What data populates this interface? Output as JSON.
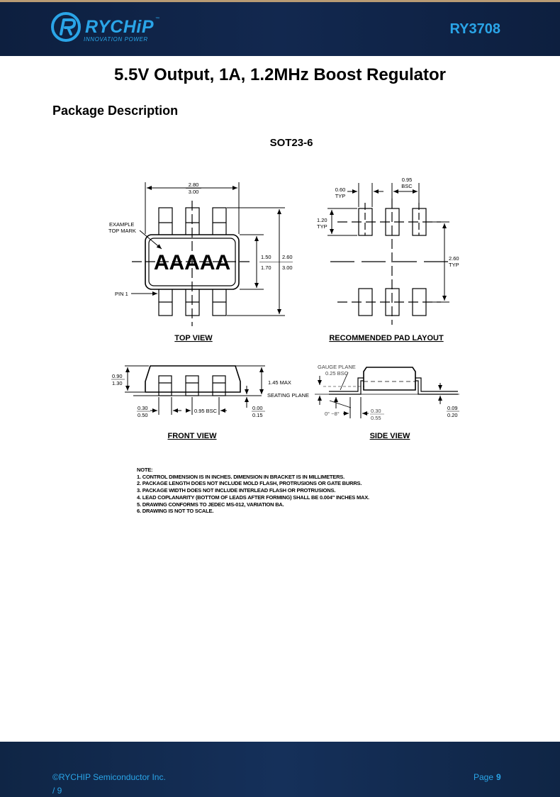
{
  "header": {
    "brand": "RYCHiP",
    "trademark": "™",
    "slogan": "INNOVATION POWER",
    "part_number": "RY3708"
  },
  "document": {
    "title": "5.5V Output, 1A, 1.2MHz Boost Regulator",
    "section_heading": "Package Description",
    "package_name": "SOT23-6"
  },
  "drawing": {
    "top_view": {
      "caption": "TOP VIEW",
      "width_min": "2.80",
      "width_max": "3.00",
      "body_min": "1.50",
      "body_max": "1.70",
      "total_min": "2.60",
      "total_max": "3.00",
      "mark_label_1": "EXAMPLE",
      "mark_label_2": "TOP MARK",
      "mark_text": "AAAAA",
      "pin1_label": "PIN 1"
    },
    "pad_layout": {
      "caption": "RECOMMENDED PAD LAYOUT",
      "pitch": "0.95",
      "pitch_note": "BSC",
      "pad_width": "0.60",
      "pad_width_note": "TYP",
      "pad_length": "1.20",
      "pad_length_note": "TYP",
      "span": "2.60",
      "span_note": "TYP"
    },
    "front_view": {
      "caption": "FRONT VIEW",
      "height_min": "0.90",
      "height_max": "1.30",
      "max_height": "1.45 MAX",
      "seating_plane": "SEATING PLANE",
      "lead_min": "0.30",
      "lead_max": "0.50",
      "pitch": "0.95 BSC",
      "standoff_min": "0.00",
      "standoff_max": "0.15"
    },
    "side_view": {
      "caption": "SIDE VIEW",
      "gauge_plane": "GAUGE PLANE",
      "gauge_dim": "0.25 BSC",
      "angle": "0° ~8°",
      "foot_min": "0.30",
      "foot_max": "0.55",
      "thick_min": "0.09",
      "thick_max": "0.20"
    }
  },
  "notes": {
    "heading": "NOTE:",
    "items": [
      "1. CONTROL DIMENSION IS IN INCHES. DIMENSION IN BRACKET IS IN MILLIMETERS.",
      "2. PACKAGE LENGTH DOES NOT INCLUDE MOLD FLASH, PROTRUSIONS OR GATE BURRS.",
      "3. PACKAGE WIDTH DOES NOT INCLUDE INTERLEAD FLASH OR PROTRUSIONS.",
      "4. LEAD COPLANARITY (BOTTOM OF LEADS AFTER FORMING) SHALL BE 0.004\" INCHES MAX.",
      "5. DRAWING CONFORMS TO JEDEC MS-012, VARIATION BA.",
      "6. DRAWING IS NOT TO SCALE."
    ]
  },
  "footer": {
    "copyright": "©RYCHIP Semiconductor Inc.",
    "page_label": "Page",
    "page_number": "9",
    "page_total": "/ 9"
  },
  "colors": {
    "header_bg": "#12284f",
    "accent": "#2aa5e8",
    "footer_bg": "#15305a"
  }
}
